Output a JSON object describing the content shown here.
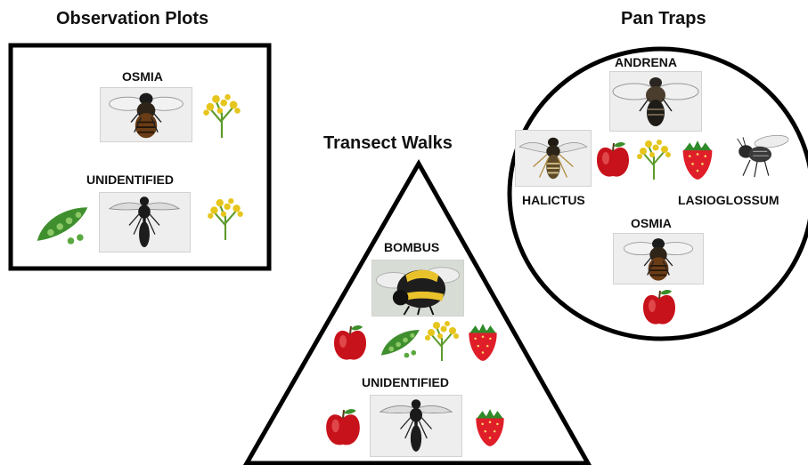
{
  "observation_plots": {
    "title": "Observation Plots",
    "species": [
      "OSMIA",
      "UNIDENTIFIED"
    ],
    "icons": [
      "osmia-bee",
      "canola-flower",
      "pea-pod",
      "unidentified-wasp",
      "canola-flower"
    ]
  },
  "transect_walks": {
    "title": "Transect Walks",
    "species": [
      "BOMBUS",
      "UNIDENTIFIED"
    ],
    "icons": [
      "bumblebee",
      "apple",
      "pea-pod",
      "canola-flower",
      "strawberry",
      "apple",
      "unidentified-wasp",
      "strawberry"
    ]
  },
  "pan_traps": {
    "title": "Pan Traps",
    "species": [
      "ANDRENA",
      "HALICTUS",
      "LASIOGLOSSUM",
      "OSMIA"
    ],
    "icons": [
      "andrena-bee",
      "halictus-bee",
      "apple",
      "canola-flower",
      "strawberry",
      "lasioglossum-bee",
      "osmia-bee",
      "apple"
    ]
  },
  "colors": {
    "outline": "#000000",
    "apple": "#c8121b",
    "strawberry": "#e01e2a",
    "pea": "#3f8f2f",
    "flower": "#e6c51c"
  }
}
